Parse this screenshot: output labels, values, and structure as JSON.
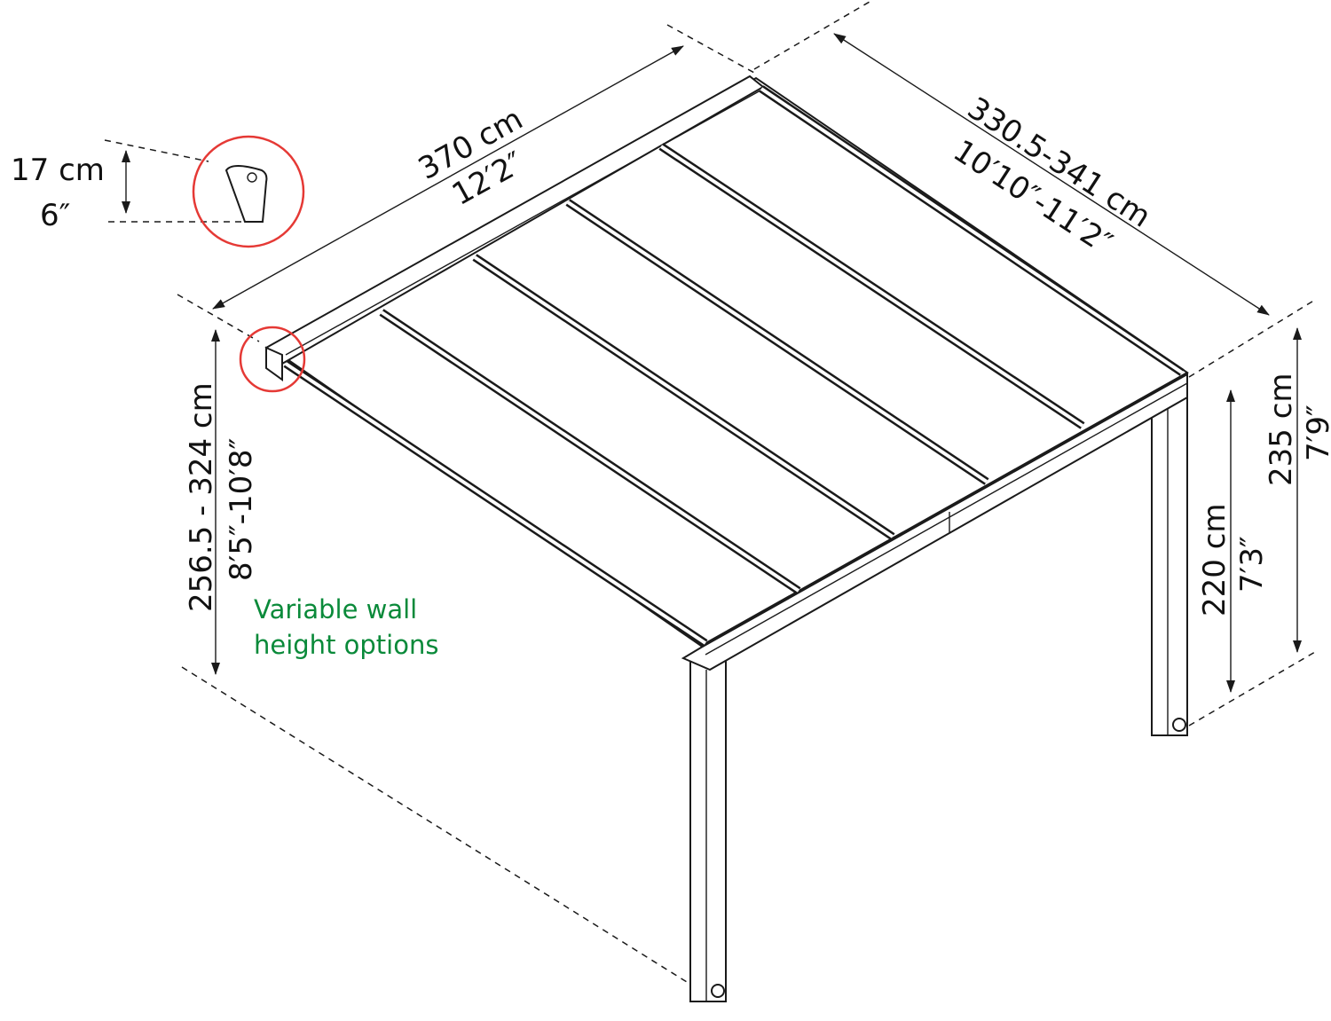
{
  "colors": {
    "highlight_circle": "#e53935",
    "note_text": "#0a8a3a",
    "line": "#1a1a1a"
  },
  "dimensions": {
    "profile_height": {
      "metric": "17 cm",
      "imperial": "6″"
    },
    "width": {
      "metric": "370 cm",
      "imperial": "12′2″"
    },
    "depth": {
      "metric": "330.5-341 cm",
      "imperial": "10′10″-11′2″"
    },
    "wall_height": {
      "metric": "256.5 - 324 cm",
      "imperial": "8′5″-10′8″"
    },
    "clearance_low": {
      "metric": "220 cm",
      "imperial": "7′3″"
    },
    "clearance_high": {
      "metric": "235 cm",
      "imperial": "7′9″"
    }
  },
  "note": {
    "line1": "Variable wall",
    "line2": "height options"
  }
}
